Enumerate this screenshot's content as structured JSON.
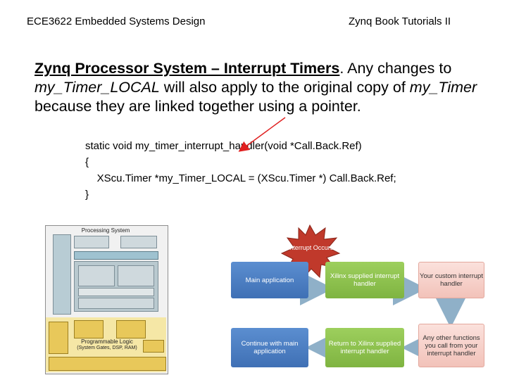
{
  "header": {
    "course": "ECE3622 Embedded Systems Design",
    "topic": "Zynq Book Tutorials II"
  },
  "title": {
    "bold": "Zynq Processor System – Interrupt Timers",
    "p1": ". Any changes to ",
    "i1": "my_Timer_LOCAL",
    "p2": " will also apply to the original copy of ",
    "i2": "my_Timer",
    "p3": " because they are linked together using a pointer."
  },
  "code": {
    "line1": "static void my_timer_interrupt_handler(void *Call.Back.Ref)",
    "line2": "{",
    "line3": "    XScu.Timer *my_Timer_LOCAL = (XScu.Timer *) Call.Back.Ref;",
    "line4": "}"
  },
  "ps_diagram": {
    "title": "Processing System",
    "pl_label": "Programmable Logic",
    "pl_sub": "(System Gates, DSP, RAM)"
  },
  "flow": {
    "interrupt": "Interrupt Occurs",
    "main_app": "Main application",
    "xilinx_handler": "Xilinx supplied interrupt handler",
    "custom_handler": "Your custom interrupt handler",
    "other_functions": "Any other functions you call from your interrupt handler",
    "return_xilinx": "Return to Xilinx supplied interrupt handler",
    "continue_main": "Continue with main application"
  },
  "colors": {
    "arrow": "#e02020",
    "blue_node": "#4a7fc4",
    "green_node": "#8cc24c",
    "pink_node": "#f6cfc7",
    "burst": "#c0392b"
  }
}
